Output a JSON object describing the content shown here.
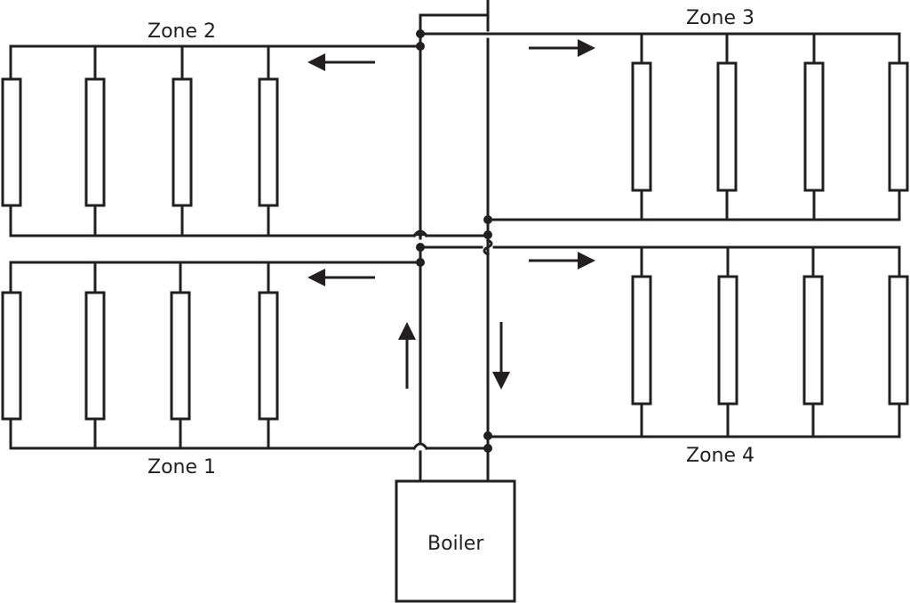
{
  "diagram": {
    "title": "Four-zone heating system with boiler",
    "colors": {
      "stroke": "#231f20",
      "background": "#ffffff"
    },
    "boiler": {
      "label": "Boiler"
    },
    "zones": [
      {
        "id": "zone1",
        "label": "Zone 1",
        "radiators": 4,
        "flow_direction": "left"
      },
      {
        "id": "zone2",
        "label": "Zone 2",
        "radiators": 4,
        "flow_direction": "left"
      },
      {
        "id": "zone3",
        "label": "Zone 3",
        "radiators": 4,
        "flow_direction": "right"
      },
      {
        "id": "zone4",
        "label": "Zone 4",
        "radiators": 4,
        "flow_direction": "right"
      }
    ],
    "riser_flow": {
      "supply": "up",
      "return": "down"
    }
  }
}
